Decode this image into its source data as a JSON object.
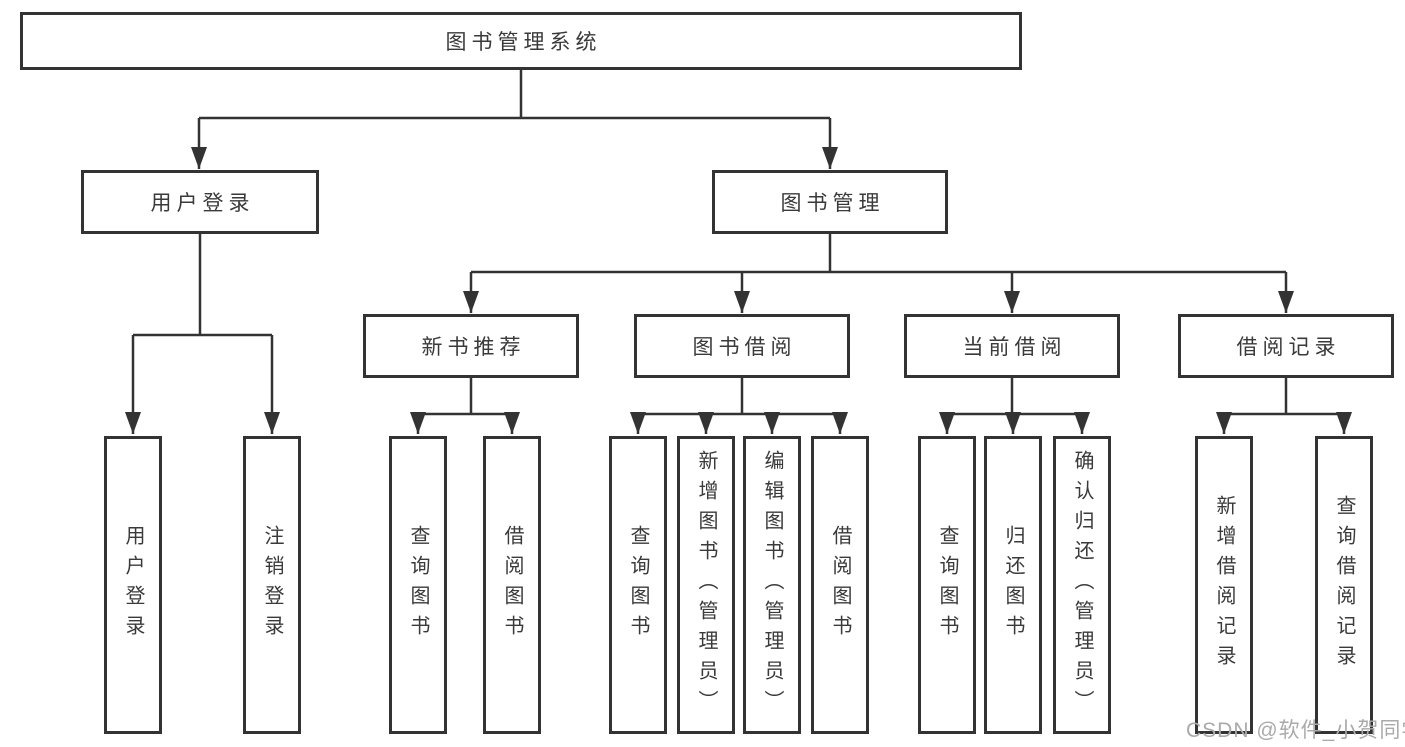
{
  "tree": {
    "root": "图书管理系统",
    "children": [
      {
        "label": "用户登录",
        "children": [
          "用户登录",
          "注销登录"
        ]
      },
      {
        "label": "图书管理",
        "children": [
          {
            "label": "新书推荐",
            "children": [
              "查询图书",
              "借阅图书"
            ]
          },
          {
            "label": "图书借阅",
            "children": [
              "查询图书",
              "新增图书（管理员）",
              "编辑图书（管理员）",
              "借阅图书"
            ]
          },
          {
            "label": "当前借阅",
            "children": [
              "查询图书",
              "归还图书",
              "确认归还（管理员）"
            ]
          },
          {
            "label": "借阅记录",
            "children": [
              "新增借阅记录",
              "查询借阅记录"
            ]
          }
        ]
      }
    ]
  },
  "watermark": {
    "text": "CSDN @软件_小贺同学",
    "color": "#aaaaaa"
  },
  "colors": {
    "line": "#333333",
    "box_border": "#333333",
    "text": "#3a3a3a",
    "background": "#ffffff"
  }
}
